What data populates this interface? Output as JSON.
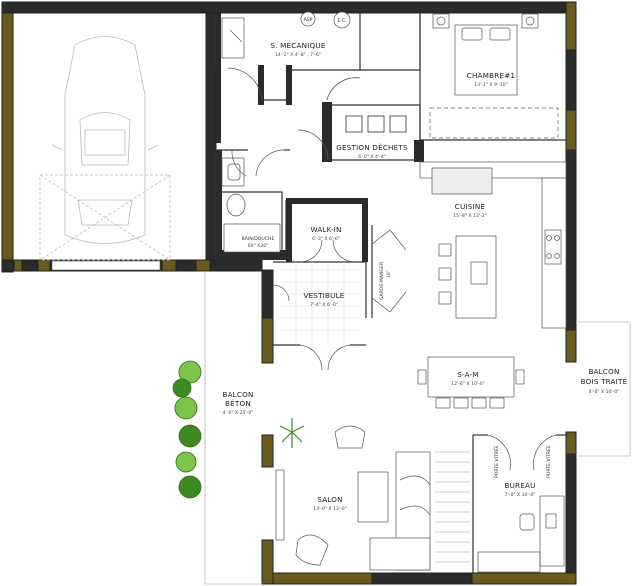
{
  "rooms": {
    "mechanical": {
      "name": "S. MÉCANIQUE",
      "dim": "14'-2\" X 4'-8\" , 7'-6\""
    },
    "waste": {
      "name": "GESTION DÉCHETS",
      "dim": "6'-0\" X 4'-4\""
    },
    "bedroom": {
      "name": "CHAMBRE#1",
      "dim": "13'-1\" X 9'-10\""
    },
    "kitchen": {
      "name": "CUISINE",
      "dim": "15'-8\" X 13'-2\""
    },
    "bath": {
      "name": "BAIN/DOUCHE",
      "dim": "60\" X36\""
    },
    "walkin": {
      "name": "WALK-IN",
      "dim": "6'-3\" X 6'-6\""
    },
    "pantry": {
      "name": "GARDE-MANGER",
      "dim": "16\""
    },
    "vestibule": {
      "name": "VESTIBULE",
      "dim": "7'-4\" X 6'-0\""
    },
    "dining": {
      "name": "S-A-M",
      "dim": "12'-6\" X 10'-0\""
    },
    "balcony_concrete": {
      "name_line1": "BALCON",
      "name_line2": "BÉTON",
      "dim": "4'-0\" X 25'-0\""
    },
    "balcony_wood": {
      "name_line1": "BALCON",
      "name_line2": "BOIS TRAITÉ",
      "dim": "4'-0\" X 10'-0\""
    },
    "living": {
      "name": "SALON",
      "dim": "13'-0\" X 13'-0\""
    },
    "office": {
      "name": "BUREAU",
      "dim": "7'-0\" X 10'-0\""
    }
  },
  "labels": {
    "asp": "ASP",
    "ec": "E.C.",
    "porte_vitree_1": "PORTE VITRÉE",
    "porte_vitree_2": "PORTE VITRÉE"
  },
  "colors": {
    "wall_fill": "#6b5a1e",
    "wall_dark": "#2b2b2b",
    "tree": "#3d8a25",
    "tree_light": "#7cc44a",
    "thin_line": "#9a9a9a"
  }
}
